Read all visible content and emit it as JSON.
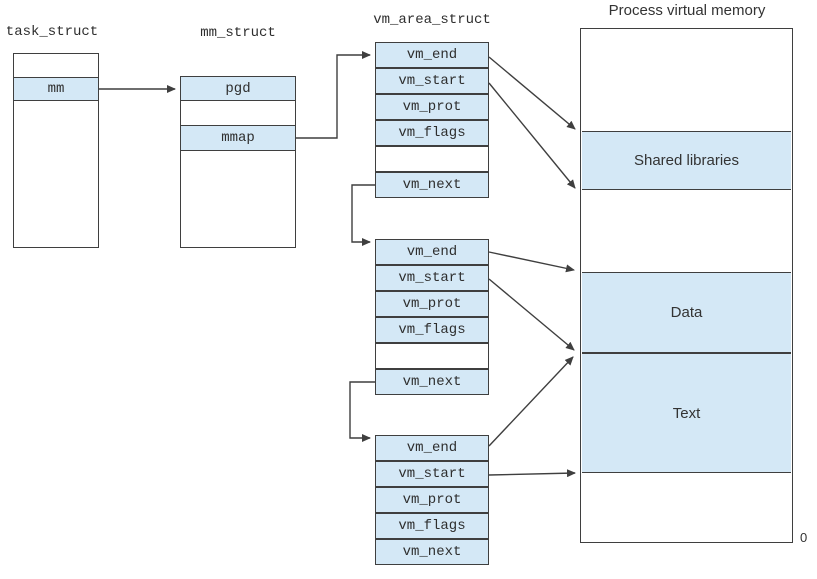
{
  "colors": {
    "region_fill": "#d4e8f6",
    "border": "#3f3f3f",
    "text": "#2e2e2e"
  },
  "task_struct": {
    "title": "task_struct",
    "mm_field": "mm"
  },
  "mm_struct": {
    "title": "mm_struct",
    "pgd_field": "pgd",
    "mmap_field": "mmap"
  },
  "vma": {
    "title": "vm_area_struct",
    "structs": [
      {
        "rows": [
          "vm_end",
          "vm_start",
          "vm_prot",
          "vm_flags",
          "vm_next"
        ]
      },
      {
        "rows": [
          "vm_end",
          "vm_start",
          "vm_prot",
          "vm_flags",
          "vm_next"
        ]
      },
      {
        "rows": [
          "vm_end",
          "vm_start",
          "vm_prot",
          "vm_flags",
          "vm_next"
        ]
      }
    ]
  },
  "memory": {
    "title": "Process virtual memory",
    "regions": [
      {
        "label": "Shared libraries"
      },
      {
        "label": "Data"
      },
      {
        "label": "Text"
      }
    ],
    "origin_label": "0"
  },
  "connections": [
    {
      "from": "task_struct.mm",
      "to": "mm_struct.pgd"
    },
    {
      "from": "mm_struct.mmap",
      "to": "vm_area_struct_1.vm_end"
    },
    {
      "from": "vm_area_struct_1.vm_end",
      "to": "shared_libraries.top"
    },
    {
      "from": "vm_area_struct_1.vm_start",
      "to": "shared_libraries.bottom"
    },
    {
      "from": "vm_area_struct_1.vm_next",
      "to": "vm_area_struct_2"
    },
    {
      "from": "vm_area_struct_2.vm_end",
      "to": "data.top"
    },
    {
      "from": "vm_area_struct_2.vm_start",
      "to": "data_text.boundary"
    },
    {
      "from": "vm_area_struct_2.vm_next",
      "to": "vm_area_struct_3"
    },
    {
      "from": "vm_area_struct_3.vm_end",
      "to": "data_text.boundary"
    },
    {
      "from": "vm_area_struct_3.vm_start",
      "to": "text.bottom"
    }
  ]
}
